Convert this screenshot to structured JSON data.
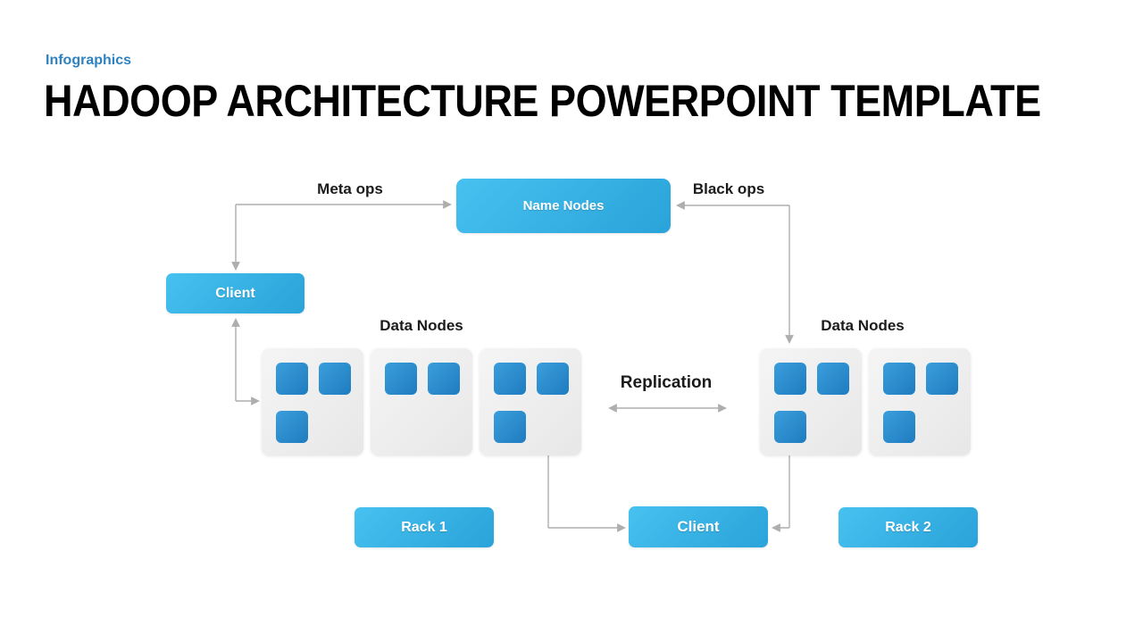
{
  "header": {
    "eyebrow": "Infographics",
    "title": "HADOOP ARCHITECTURE POWERPOINT TEMPLATE"
  },
  "diagram": {
    "nodes": {
      "name_nodes": "Name Nodes",
      "client_left": "Client",
      "client_bottom": "Client",
      "rack1": "Rack 1",
      "rack2": "Rack 2"
    },
    "labels": {
      "meta_ops": "Meta ops",
      "black_ops": "Black ops",
      "data_nodes_left": "Data Nodes",
      "data_nodes_right": "Data Nodes",
      "replication": "Replication"
    },
    "left_racks": [
      3,
      2,
      3
    ],
    "right_racks": [
      3,
      3
    ]
  },
  "colors": {
    "eyebrow": "#2e82c0",
    "title": "#000000",
    "button_gradient_start": "#47c1ef",
    "button_gradient_end": "#29a3d9",
    "chip_gradient_start": "#3b9edb",
    "chip_gradient_end": "#1e7cc0",
    "box_gradient_start": "#f5f5f5",
    "box_gradient_end": "#e7e7e7",
    "connector": "#aeaeae",
    "label_text": "#1b1b1b",
    "button_text": "#ffffff"
  }
}
